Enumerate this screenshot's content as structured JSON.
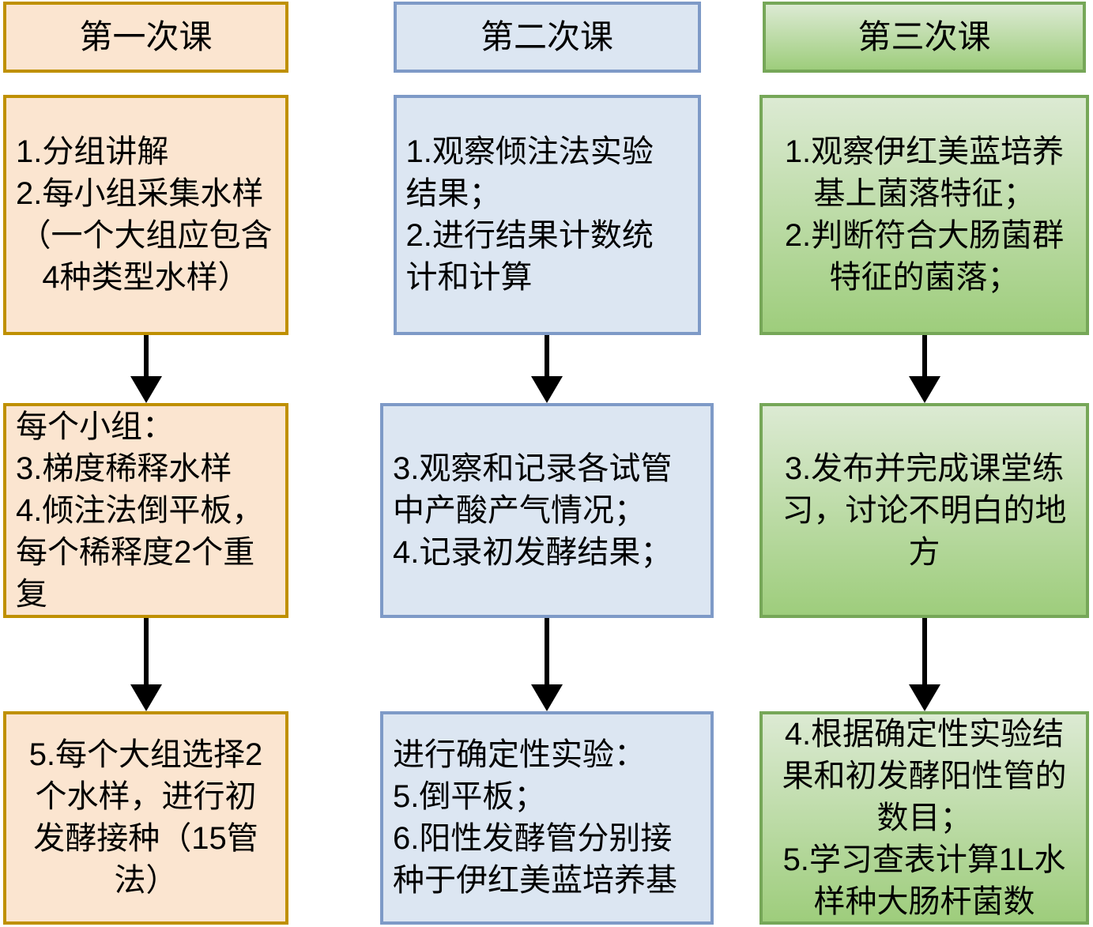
{
  "arrow_color": "#000000",
  "columns": [
    {
      "header": "第一次课",
      "colors": {
        "fill": "#fbe5d0",
        "border": "#bf9000"
      },
      "boxes": [
        {
          "lines": [
            "1.分组讲解",
            "2.每小组采集水样",
            "（一个大组应包含",
            "4种类型水样）"
          ]
        },
        {
          "lines": [
            "每个小组：",
            "3.梯度稀释水样",
            "4.倾注法倒平板，",
            "每个稀释度2个重",
            "复"
          ]
        },
        {
          "lines": [
            "5.每个大组选择2",
            "个水样，进行初",
            "发酵接种（15管",
            "法）"
          ]
        }
      ]
    },
    {
      "header": "第二次课",
      "colors": {
        "fill": "#dce6f2",
        "border": "#7e9ac7"
      },
      "boxes": [
        {
          "lines": [
            "1.观察倾注法实验",
            "结果；",
            "2.进行结果计数统",
            "计和计算"
          ]
        },
        {
          "lines": [
            "3.观察和记录各试管",
            "中产酸产气情况；",
            "4.记录初发酵结果；"
          ]
        },
        {
          "lines": [
            "进行确定性实验：",
            "5.倒平板；",
            "6.阳性发酵管分别接",
            "种于伊红美蓝培养基"
          ]
        }
      ]
    },
    {
      "header": "第三次课",
      "colors": {
        "fill_top": "#dcead3",
        "fill_bottom": "#9ecd7c",
        "border": "#76a758"
      },
      "boxes": [
        {
          "lines": [
            "1.观察伊红美蓝培养",
            "基上菌落特征；",
            "2.判断符合大肠菌群",
            "特征的菌落；"
          ]
        },
        {
          "lines": [
            "3.发布并完成课堂练",
            "习，讨论不明白的地",
            "方"
          ]
        },
        {
          "lines": [
            "4.根据确定性实验结",
            "果和初发酵阳性管的",
            "数目；",
            "5.学习查表计算1L水",
            "样种大肠杆菌数"
          ]
        }
      ]
    }
  ]
}
